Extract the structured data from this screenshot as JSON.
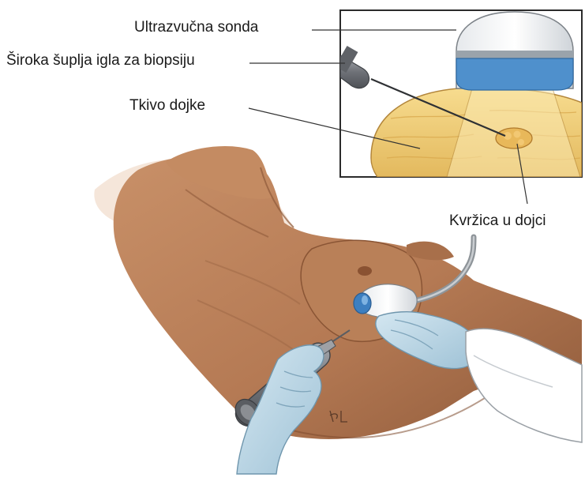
{
  "labels": {
    "probe": "Ultrazvučna sonda",
    "needle": "Široka šuplja igla za biopsiju",
    "tissue": "Tkivo dojke",
    "lump": "Kvržica u dojci"
  },
  "colors": {
    "skin": "#b57a54",
    "skin_shadow": "#8f5a3a",
    "glove": "#bcd7e6",
    "glove_shadow": "#8fb3c9",
    "breast_tissue": "#f2d07a",
    "lump": "#e8b85a",
    "probe_cap": "#4f90cc",
    "probe_band": "#9aa3ab",
    "needle_handle": "#7d8086"
  }
}
